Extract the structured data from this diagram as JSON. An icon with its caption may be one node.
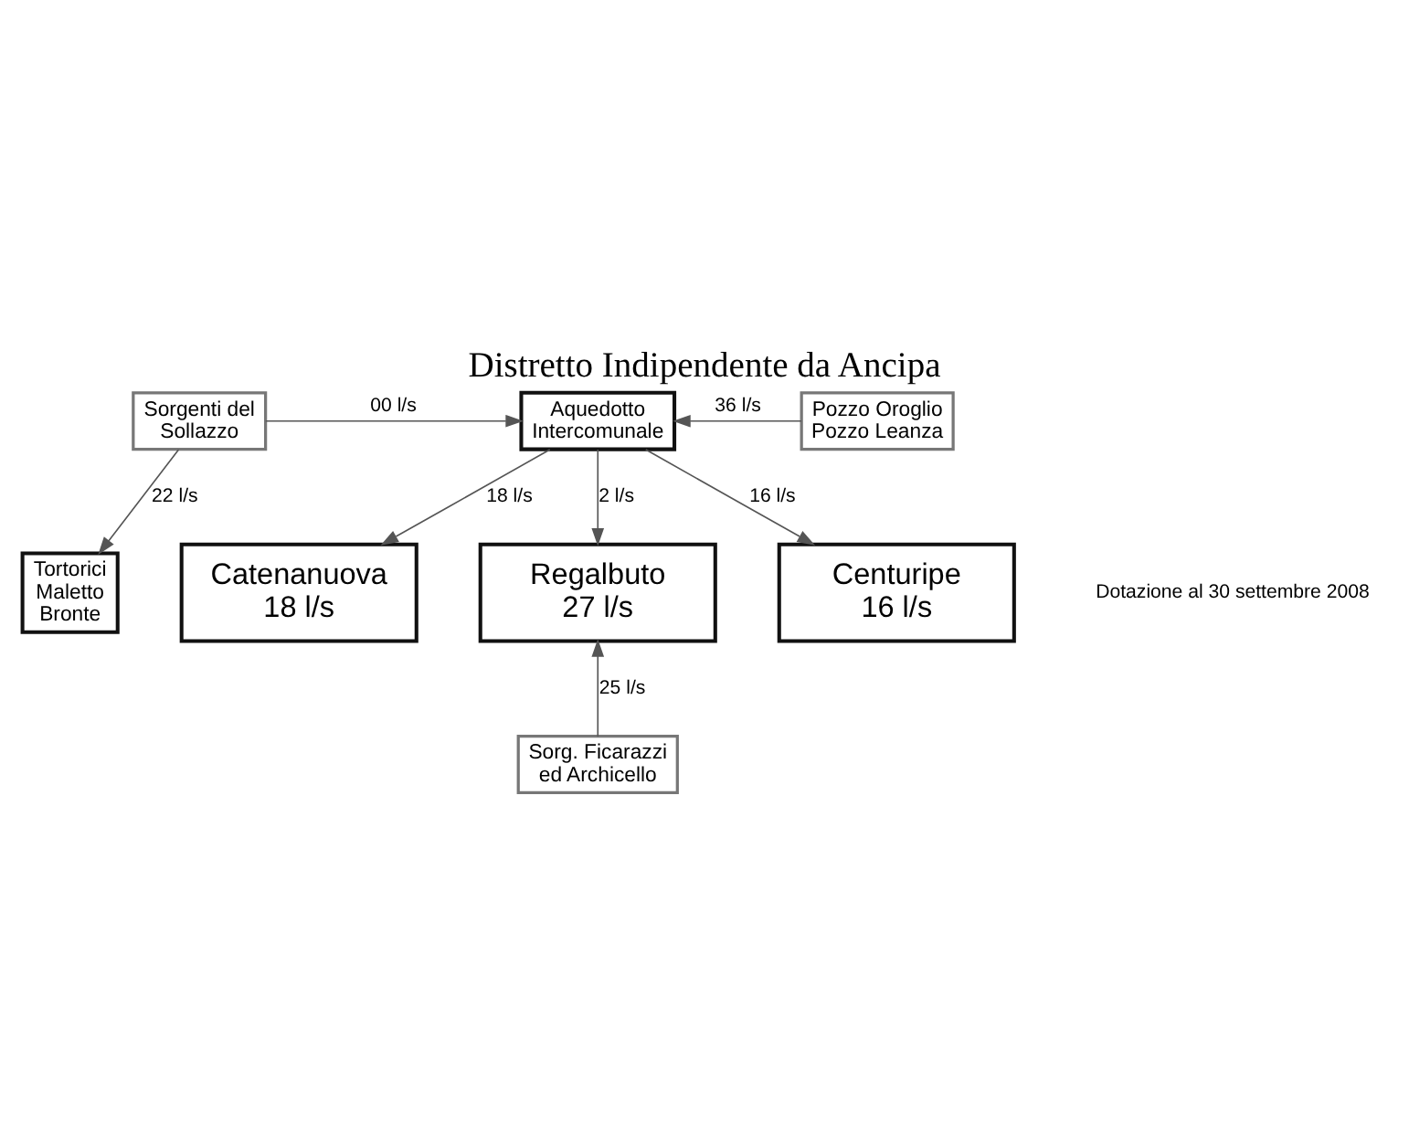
{
  "diagram": {
    "title": "Distretto Indipendente da Ancipa",
    "nodes": [
      {
        "text": [
          "Sorgenti del Sollazzo"
        ]
      },
      {
        "text": [
          "Aquedotto Intercomunale"
        ]
      },
      {
        "text": [
          "Pozzo Oroglio Pozzo Leanza"
        ]
      },
      {
        "text": [
          "Tortorici Maletto Bronte"
        ]
      },
      {
        "text": [
          "Catenanuova 18 l/s"
        ]
      },
      {
        "text": [
          "Regalbuto 27 l/s"
        ]
      },
      {
        "text": [
          "Centuripe 16 l/s"
        ]
      },
      {
        "text": [
          "Sorg. Ficarazzi ed Archicello"
        ]
      }
    ],
    "edges": [
      {
        "from": 0,
        "to": 1,
        "arrow": "to",
        "label": "00 l/s"
      },
      {
        "from": 2,
        "to": 1,
        "arrow": "to",
        "label": "36 l/s"
      },
      {
        "from": 0,
        "to": 3,
        "arrow": "to",
        "label": "22 l/s"
      },
      {
        "from": 1,
        "to": 4,
        "arrow": "to",
        "label": "18 l/s"
      },
      {
        "from": 1,
        "to": 5,
        "arrow": "to",
        "label": "2 l/s"
      },
      {
        "from": 1,
        "to": 6,
        "arrow": "to",
        "label": "16 l/s"
      },
      {
        "from": 7,
        "to": 5,
        "arrow": "to",
        "label": "25 l/s"
      }
    ],
    "labels": [
      "Dotazione al 30 settembre 2008"
    ]
  }
}
